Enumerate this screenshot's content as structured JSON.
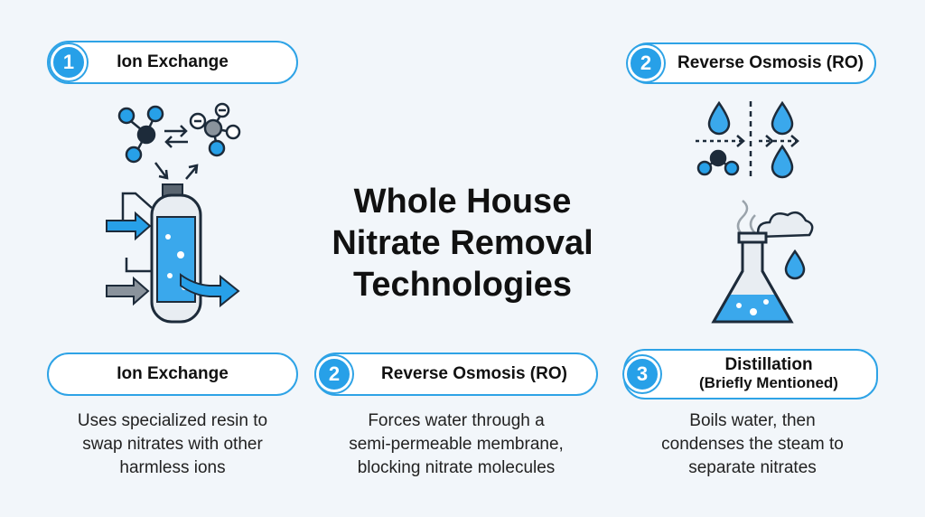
{
  "title": [
    "Whole House",
    "Nitrate Removal",
    "Technologies"
  ],
  "top": {
    "left": {
      "number": "1",
      "label": "Ion Exchange"
    },
    "right": {
      "number": "2",
      "label": "Reverse Osmosis (RO)"
    }
  },
  "bottom": [
    {
      "number": "",
      "label": "Ion Exchange",
      "description": [
        "Uses specialized resin to",
        "swap nitrates with other",
        "harmless ions"
      ]
    },
    {
      "number": "2",
      "label": "Reverse Osmosis (RO)",
      "description": [
        "Forces water through a",
        "semi-permeable membrane,",
        "blocking nitrate molecules"
      ]
    },
    {
      "number": "3",
      "label": "Distillation",
      "sublabel": "(Briefly Mentioned)",
      "description": [
        "Boils water, then",
        "condenses the steam to",
        "separate nitrates"
      ]
    }
  ],
  "icons": [
    "molecule-icon",
    "exchange-arrows-icon",
    "resin-tank-icon",
    "water-drop-icon",
    "membrane-icon",
    "flask-icon",
    "steam-cloud-icon"
  ],
  "colors": {
    "accent": "#2ea3e6",
    "badge": "#27a0e8",
    "dark": "#1d2b3a",
    "light_blue": "#9fd4f5"
  }
}
